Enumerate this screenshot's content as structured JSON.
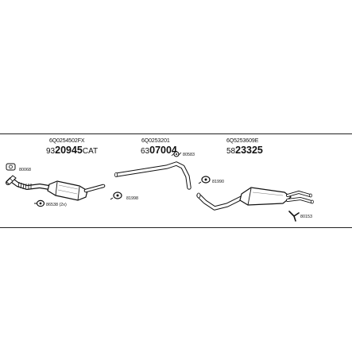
{
  "groups": [
    {
      "oe": "6Q0254502FX",
      "prefix": "93",
      "number": "20945",
      "suffix": "CAT"
    },
    {
      "oe": "6Q0253201",
      "prefix": "63",
      "number": "07004",
      "suffix": ""
    },
    {
      "oe": "6Q5253609E",
      "prefix": "58",
      "number": "23325",
      "suffix": ""
    }
  ],
  "labels": {
    "gasket_a": "80068",
    "clamp_a": "86538 (2x)",
    "clamp_b": "81998",
    "mount_a": "80583",
    "clamp_c": "81990",
    "bracket_a": "80153"
  },
  "icons": [
    "gasket-icon",
    "clamp-icon",
    "rubber-mount-icon",
    "bracket-icon"
  ]
}
